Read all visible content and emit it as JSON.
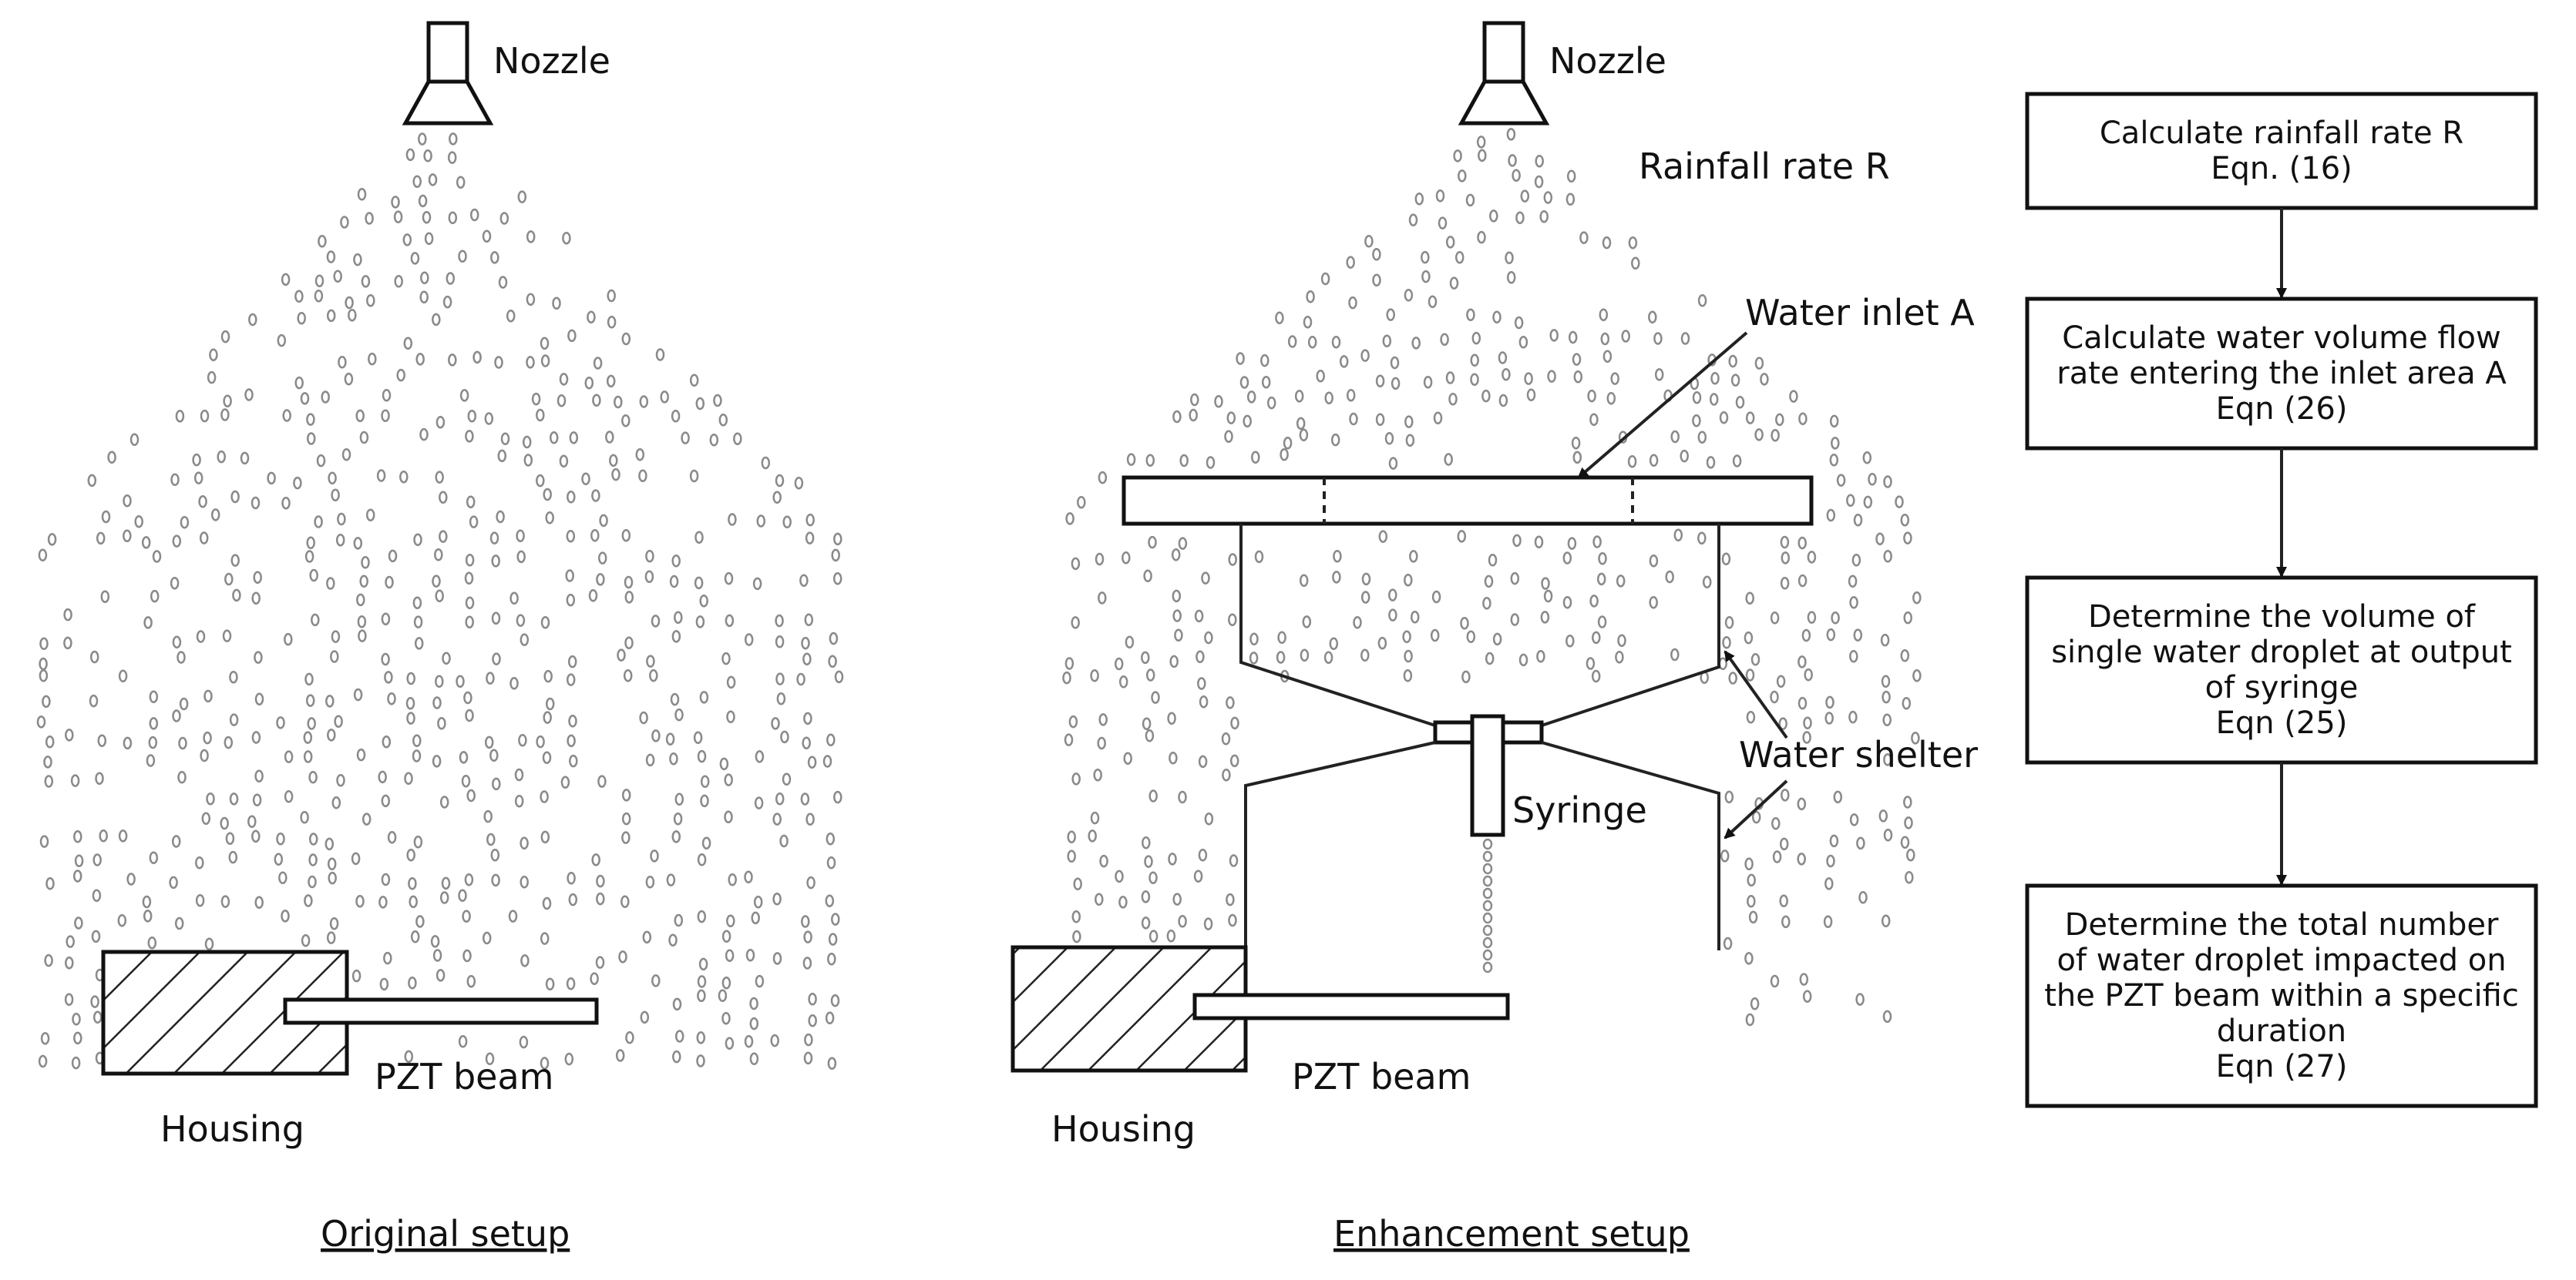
{
  "original": {
    "nozzle_label": "Nozzle",
    "beam_label": "PZT beam",
    "housing_label": "Housing",
    "title": "Original setup"
  },
  "enhanced": {
    "nozzle_label": "Nozzle",
    "rain_label": "Rainfall rate R",
    "inlet_label": "Water inlet A",
    "shelter_label": "Water shelter",
    "syringe_label": "Syringe",
    "beam_label": "PZT beam",
    "housing_label": "Housing",
    "title": "Enhancement setup"
  },
  "flowchart": {
    "steps": [
      {
        "lines": [
          "Calculate rainfall rate R",
          "Eqn. (16)"
        ]
      },
      {
        "lines": [
          "Calculate water volume flow",
          "rate entering the inlet area A",
          "Eqn (26)"
        ]
      },
      {
        "lines": [
          "Determine the volume of",
          "single water droplet at output",
          "of syringe",
          "Eqn (25)"
        ]
      },
      {
        "lines": [
          "Determine the total number",
          "of water droplet impacted on",
          "the PZT beam within a specific",
          "duration",
          "Eqn (27)"
        ]
      }
    ]
  }
}
